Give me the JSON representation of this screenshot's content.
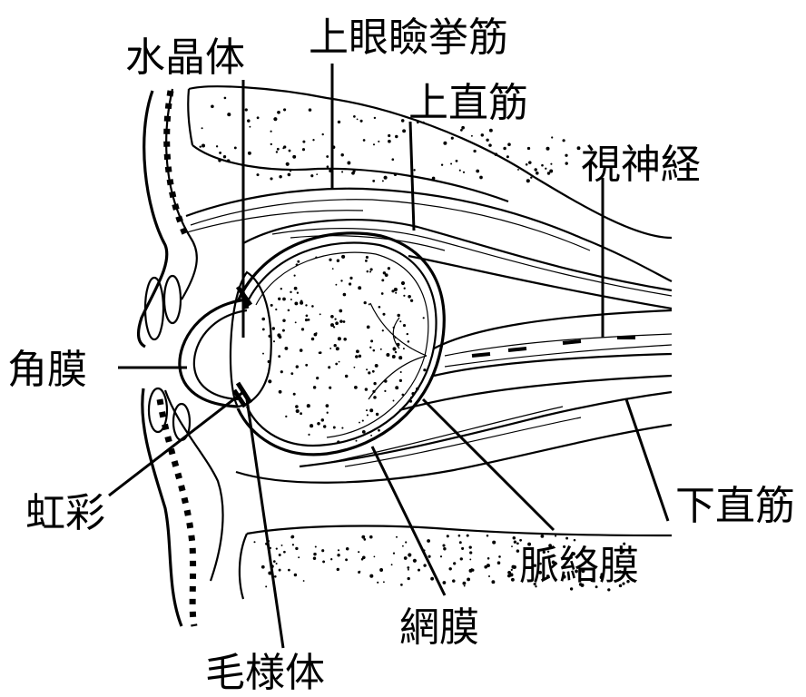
{
  "labels": {
    "lens": "水晶体",
    "levator": "上眼瞼挙筋",
    "superior_rectus": "上直筋",
    "optic_nerve": "視神経",
    "cornea": "角膜",
    "iris": "虹彩",
    "inferior_rectus": "下直筋",
    "choroid": "脈絡膜",
    "retina": "網膜",
    "ciliary_body": "毛様体"
  }
}
